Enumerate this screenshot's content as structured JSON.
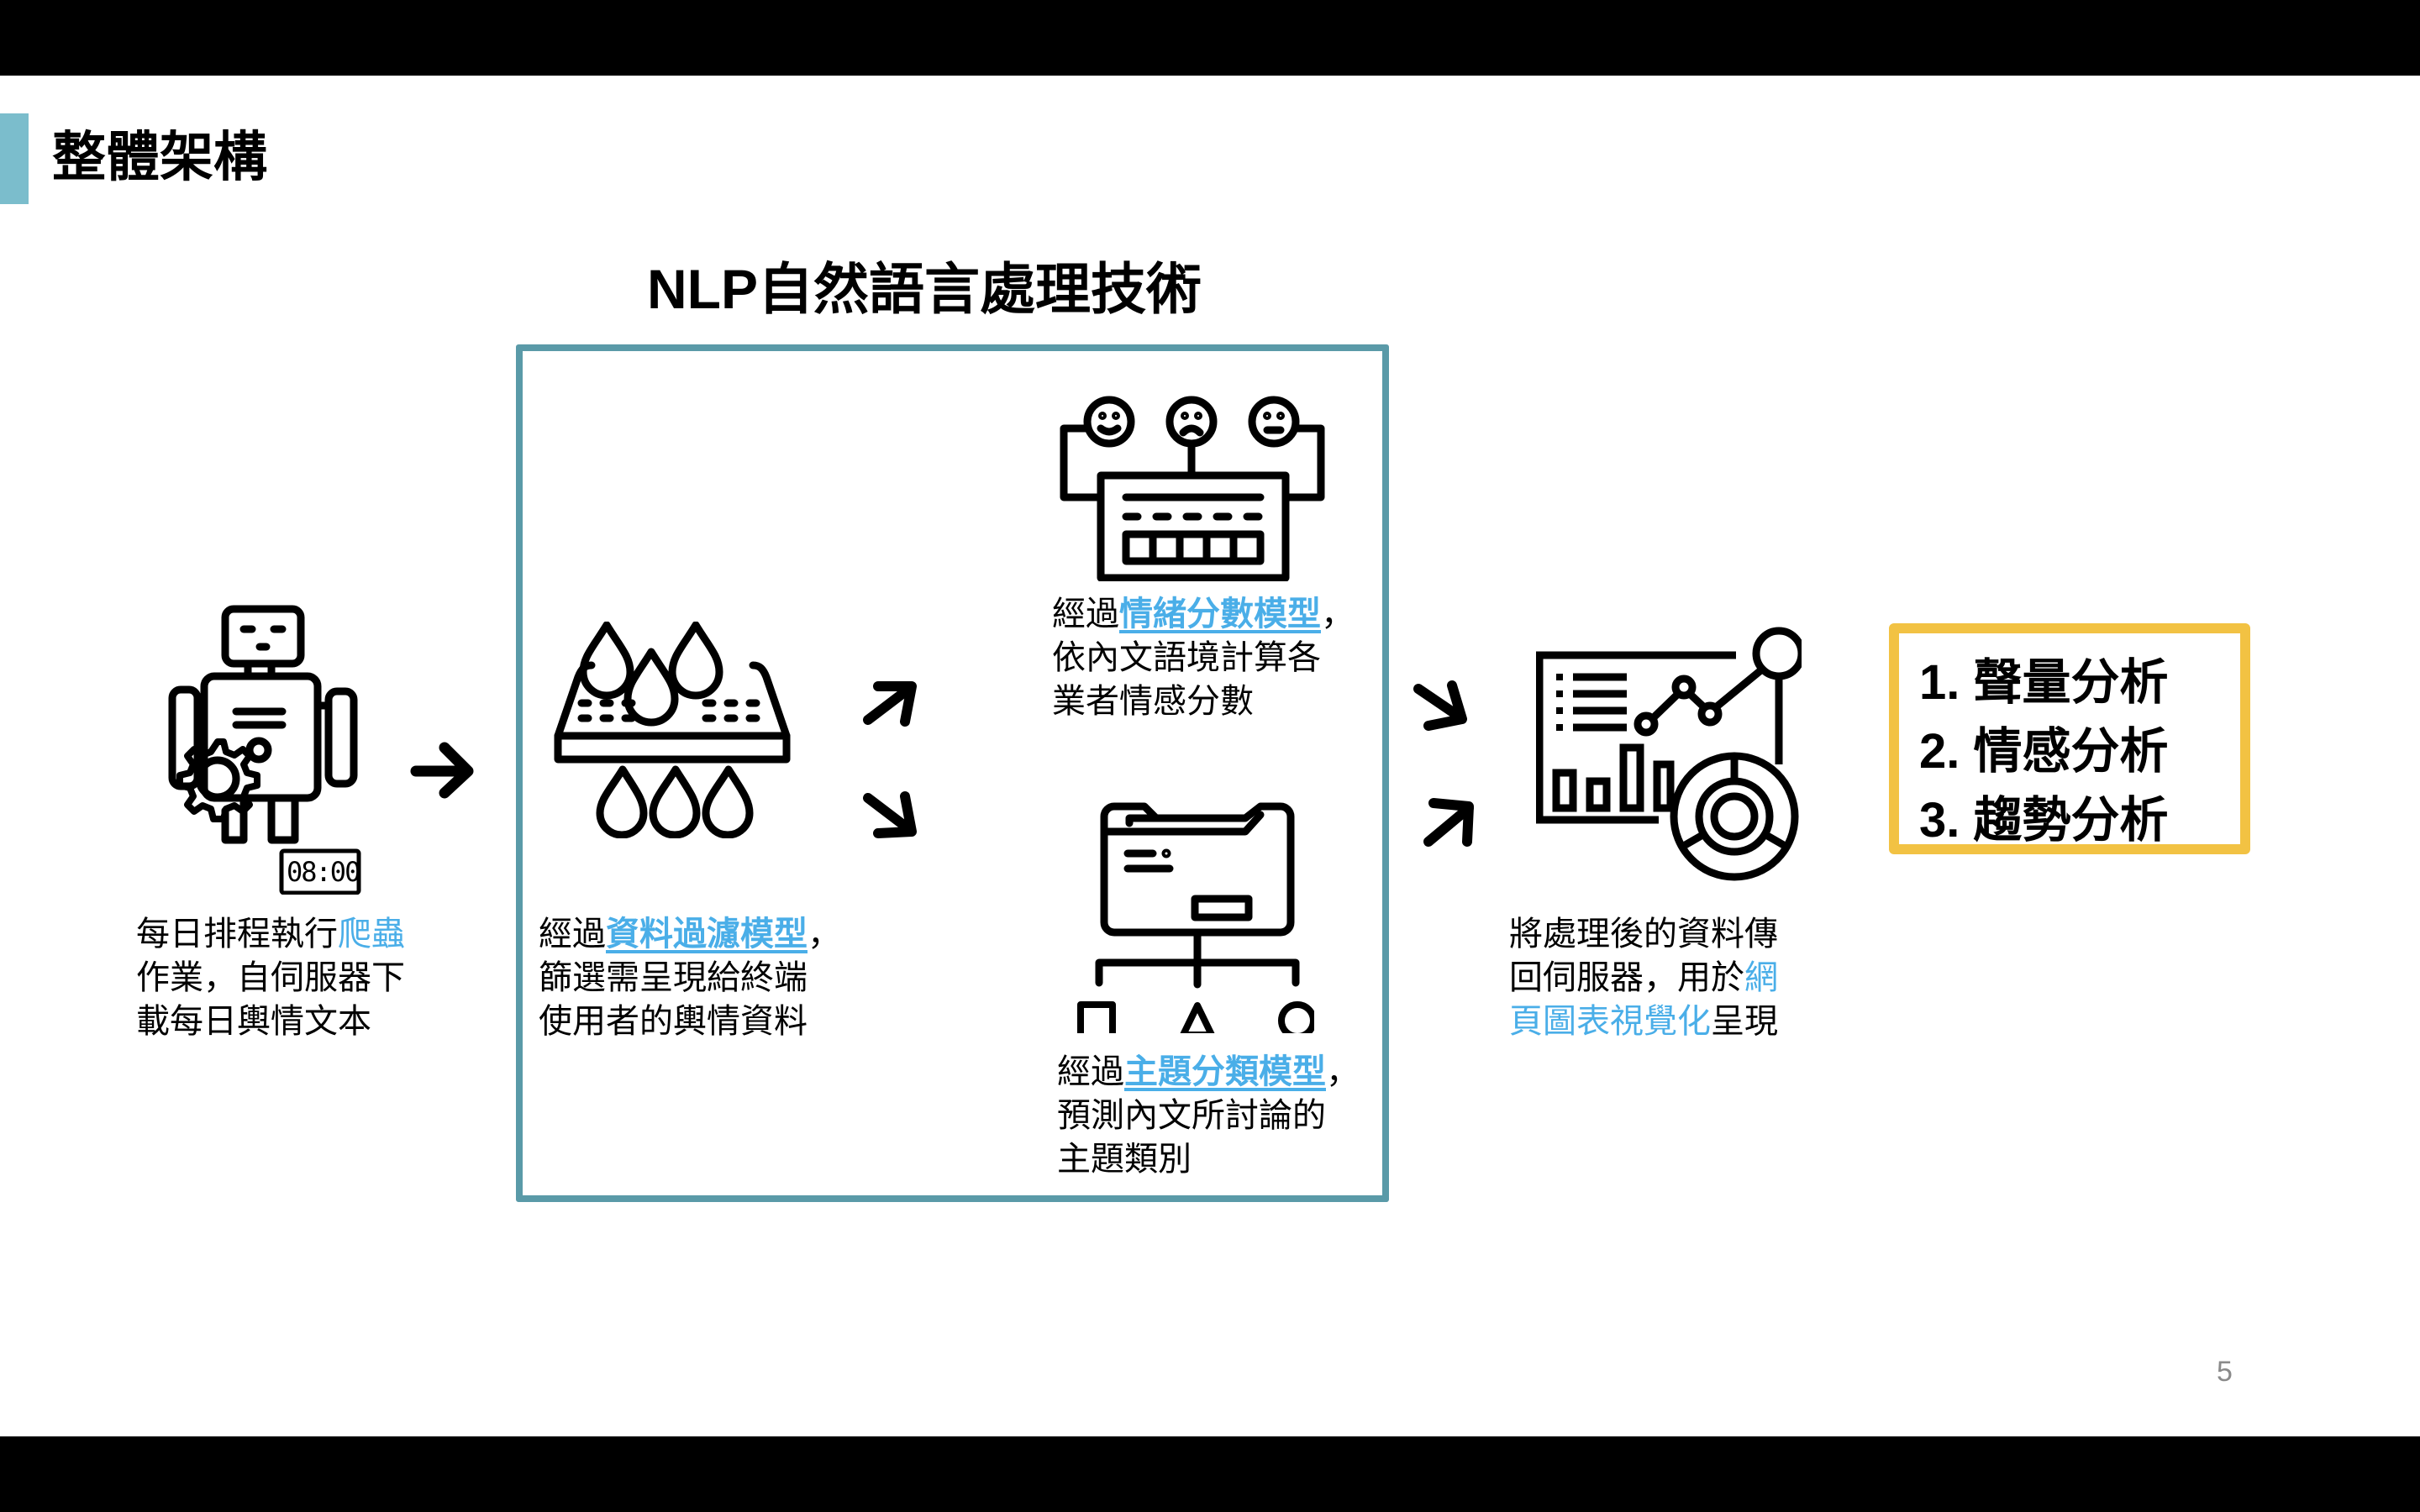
{
  "slide": {
    "title": "整體架構",
    "page_number": "5",
    "accent_color": "#7bbdcc"
  },
  "nlp_section": {
    "title": "NLP自然語言處理技術",
    "border_color": "#5a9aa8"
  },
  "highlight_color": "#4aaee8",
  "steps": {
    "crawler": {
      "icon": "robot-scheduler-icon",
      "clock_text": "08:00",
      "text_a": "每日排程執行",
      "highlight": "爬蟲",
      "text_b": "作業，自伺服器下",
      "text_c": "載每日輿情文本"
    },
    "filter": {
      "icon": "filter-drops-icon",
      "prefix": "經過",
      "link": "資料過濾模型",
      "suffix": "，",
      "line2": "篩選需呈現給終端",
      "line3": "使用者的輿情資料"
    },
    "sentiment": {
      "icon": "sentiment-score-icon",
      "prefix": "經過",
      "link": "情緒分數模型",
      "suffix": "，",
      "line2": "依內文語境計算各",
      "line3": "業者情感分數"
    },
    "topic": {
      "icon": "topic-classification-icon",
      "prefix": "經過",
      "link": "主題分類模型",
      "suffix": "，",
      "line2": "預測內文所討論的",
      "line3": "主題類別"
    },
    "visualize": {
      "icon": "dashboard-analytics-icon",
      "line1": "將處理後的資料傳",
      "line2_a": "回伺服器，用於",
      "line2_hl": "網",
      "line3_hl": "頁圖表視覺化",
      "line3_b": "呈現"
    }
  },
  "results": {
    "border_color": "#f2c243",
    "items": [
      "1. 聲量分析",
      "2. 情感分析",
      "3. 趨勢分析"
    ]
  }
}
